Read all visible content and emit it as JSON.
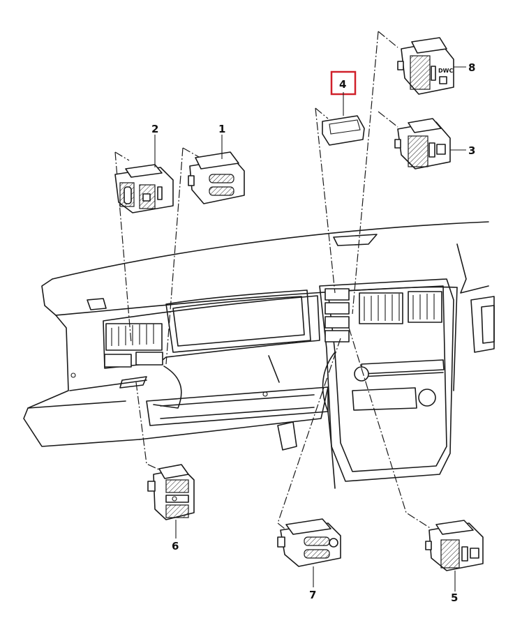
{
  "callouts": [
    {
      "id": "1",
      "label": "1"
    },
    {
      "id": "2",
      "label": "2"
    },
    {
      "id": "3",
      "label": "3"
    },
    {
      "id": "4",
      "label": "4",
      "highlighted": true
    },
    {
      "id": "5",
      "label": "5"
    },
    {
      "id": "6",
      "label": "6"
    },
    {
      "id": "7",
      "label": "7"
    },
    {
      "id": "8",
      "label": "8"
    }
  ],
  "switch_markings": {
    "part8": "DWC"
  },
  "colors": {
    "line": "#1a1a1a",
    "highlight": "#d0202a",
    "background": "#ffffff"
  }
}
